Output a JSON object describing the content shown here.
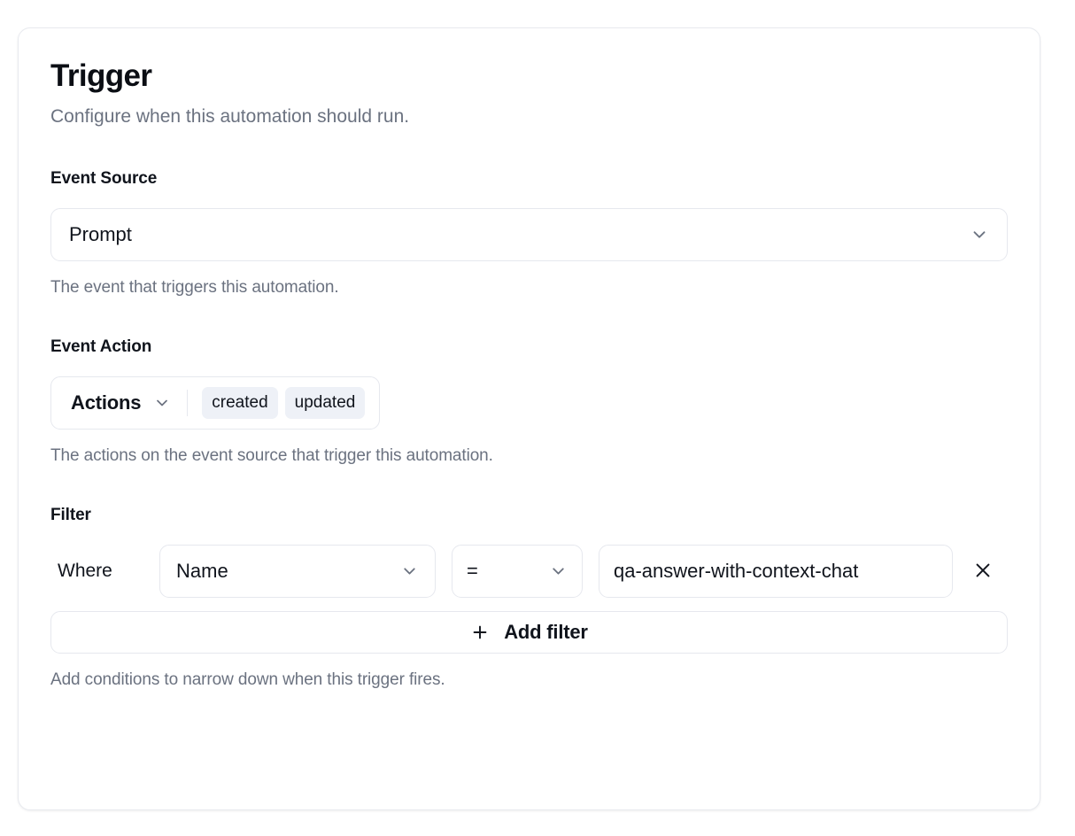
{
  "card": {
    "title": "Trigger",
    "subtitle": "Configure when this automation should run."
  },
  "event_source": {
    "label": "Event Source",
    "value": "Prompt",
    "help": "The event that triggers this automation."
  },
  "event_action": {
    "label": "Event Action",
    "combo_label": "Actions",
    "chips": [
      "created",
      "updated"
    ],
    "help": "The actions on the event source that trigger this automation."
  },
  "filter": {
    "label": "Filter",
    "where_label": "Where",
    "field_value": "Name",
    "operator_value": "=",
    "value": "qa-answer-with-context-chat",
    "remove_label": "×",
    "add_filter_label": "Add filter",
    "help": "Add conditions to narrow down when this trigger fires."
  },
  "colors": {
    "text_primary": "#10141c",
    "text_muted": "#6b7280",
    "border": "#e6e8ee",
    "chip_bg": "#eef1f7",
    "card_bg": "#ffffff"
  }
}
